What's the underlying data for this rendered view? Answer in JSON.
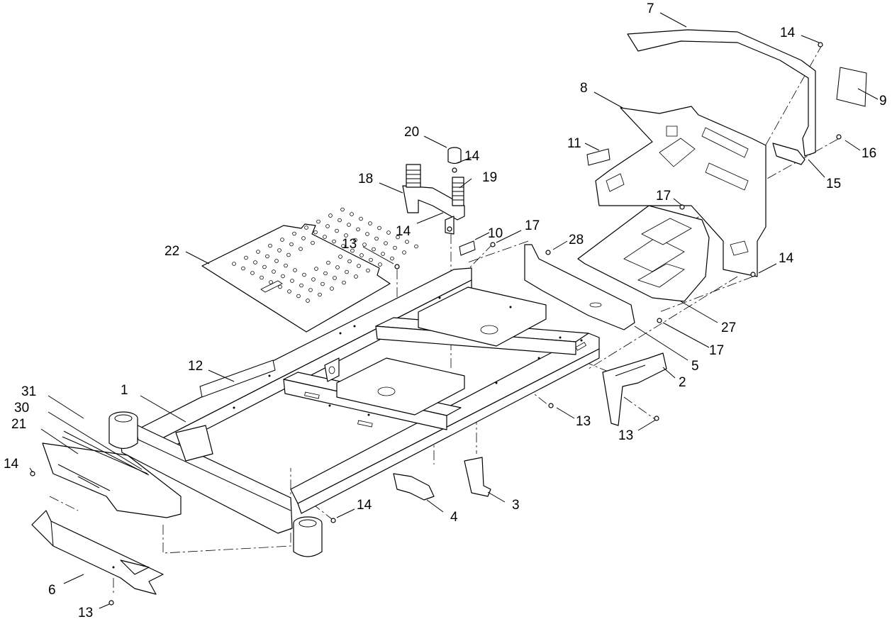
{
  "diagram": {
    "type": "exploded-parts-view",
    "callouts": [
      {
        "id": "c7",
        "label": "7"
      },
      {
        "id": "c14a",
        "label": "14"
      },
      {
        "id": "c9",
        "label": "9"
      },
      {
        "id": "c8",
        "label": "8"
      },
      {
        "id": "c16",
        "label": "16"
      },
      {
        "id": "c20",
        "label": "20"
      },
      {
        "id": "c14b",
        "label": "14"
      },
      {
        "id": "c19",
        "label": "19"
      },
      {
        "id": "c11",
        "label": "11"
      },
      {
        "id": "c15",
        "label": "15"
      },
      {
        "id": "c18",
        "label": "18"
      },
      {
        "id": "c17a",
        "label": "17"
      },
      {
        "id": "c14c",
        "label": "14"
      },
      {
        "id": "c10",
        "label": "10"
      },
      {
        "id": "c17b",
        "label": "17"
      },
      {
        "id": "c28",
        "label": "28"
      },
      {
        "id": "c22",
        "label": "22"
      },
      {
        "id": "c13a",
        "label": "13"
      },
      {
        "id": "c14d",
        "label": "14"
      },
      {
        "id": "c27",
        "label": "27"
      },
      {
        "id": "c17c",
        "label": "17"
      },
      {
        "id": "c5",
        "label": "5"
      },
      {
        "id": "c12",
        "label": "12"
      },
      {
        "id": "c2",
        "label": "2"
      },
      {
        "id": "c31",
        "label": "31"
      },
      {
        "id": "c1",
        "label": "1"
      },
      {
        "id": "c30",
        "label": "30"
      },
      {
        "id": "c21",
        "label": "21"
      },
      {
        "id": "c13b",
        "label": "13"
      },
      {
        "id": "c13c",
        "label": "13"
      },
      {
        "id": "c14e",
        "label": "14"
      },
      {
        "id": "c14f",
        "label": "14"
      },
      {
        "id": "c3",
        "label": "3"
      },
      {
        "id": "c4",
        "label": "4"
      },
      {
        "id": "c6",
        "label": "6"
      },
      {
        "id": "c13d",
        "label": "13"
      }
    ]
  }
}
